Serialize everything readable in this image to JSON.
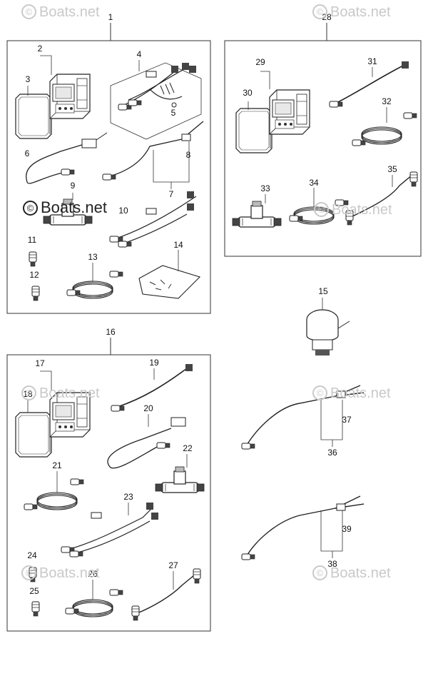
{
  "watermark": "Boats.net",
  "callouts": [
    {
      "id": "1",
      "label": "1"
    },
    {
      "id": "2",
      "label": "2"
    },
    {
      "id": "3",
      "label": "3"
    },
    {
      "id": "4",
      "label": "4"
    },
    {
      "id": "5",
      "label": "5"
    },
    {
      "id": "6",
      "label": "6"
    },
    {
      "id": "7",
      "label": "7"
    },
    {
      "id": "8",
      "label": "8"
    },
    {
      "id": "9",
      "label": "9"
    },
    {
      "id": "10",
      "label": "10"
    },
    {
      "id": "11",
      "label": "11"
    },
    {
      "id": "12",
      "label": "12"
    },
    {
      "id": "13",
      "label": "13"
    },
    {
      "id": "14",
      "label": "14"
    },
    {
      "id": "15",
      "label": "15"
    },
    {
      "id": "16",
      "label": "16"
    },
    {
      "id": "17",
      "label": "17"
    },
    {
      "id": "18",
      "label": "18"
    },
    {
      "id": "19",
      "label": "19"
    },
    {
      "id": "20",
      "label": "20"
    },
    {
      "id": "21",
      "label": "21"
    },
    {
      "id": "22",
      "label": "22"
    },
    {
      "id": "23",
      "label": "23"
    },
    {
      "id": "24",
      "label": "24"
    },
    {
      "id": "25",
      "label": "25"
    },
    {
      "id": "26",
      "label": "26"
    },
    {
      "id": "27",
      "label": "27"
    },
    {
      "id": "28",
      "label": "28"
    },
    {
      "id": "29",
      "label": "29"
    },
    {
      "id": "30",
      "label": "30"
    },
    {
      "id": "31",
      "label": "31"
    },
    {
      "id": "32",
      "label": "32"
    },
    {
      "id": "33",
      "label": "33"
    },
    {
      "id": "34",
      "label": "34"
    },
    {
      "id": "35",
      "label": "35"
    },
    {
      "id": "36",
      "label": "36"
    },
    {
      "id": "37",
      "label": "37"
    },
    {
      "id": "38",
      "label": "38"
    },
    {
      "id": "39",
      "label": "39"
    }
  ]
}
